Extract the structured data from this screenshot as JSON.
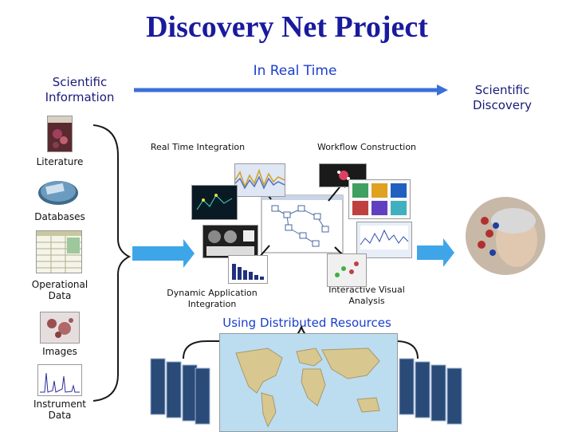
{
  "title": "Discovery Net Project",
  "timeline": {
    "label": "In Real Time",
    "start": "Scientific\nInformation",
    "end": "Scientific\nDiscovery",
    "line_color": "#3a6fd8"
  },
  "sources": [
    {
      "label": "Literature",
      "icon": "journal-icon"
    },
    {
      "label": "Databases",
      "icon": "database-disk-icon"
    },
    {
      "label": "Operational\nData",
      "icon": "spreadsheet-icon"
    },
    {
      "label": "Images",
      "icon": "microscope-image-icon"
    },
    {
      "label": "Instrument\nData",
      "icon": "spectrum-plot-icon"
    }
  ],
  "workflow": {
    "real_time_integration": "Real Time Integration",
    "workflow_construction": "Workflow Construction",
    "dynamic_application_integration": "Dynamic Application\nIntegration",
    "interactive_visual_analysis": "Interactive Visual\nAnalysis"
  },
  "distributed": {
    "label": "Using Distributed Resources"
  },
  "colors": {
    "title": "#1a1a9e",
    "accent": "#3a6fd8",
    "arrow": "#3ea6e8",
    "bracket": "#1a1a1a"
  }
}
